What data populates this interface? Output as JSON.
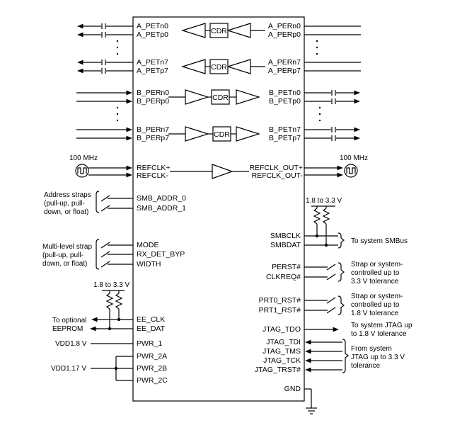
{
  "left_pins": {
    "a_pet_n0": "A_PETn0",
    "a_pet_p0": "A_PETp0",
    "a_pet_n7": "A_PETn7",
    "a_pet_p7": "A_PETp7",
    "b_per_n0": "B_PERn0",
    "b_per_p0": "B_PERp0",
    "b_per_n7": "B_PERn7",
    "b_per_p7": "B_PERp7",
    "refclk_p": "REFCLK+",
    "refclk_n": "REFCLK-",
    "smb_addr_0": "SMB_ADDR_0",
    "smb_addr_1": "SMB_ADDR_1",
    "mode": "MODE",
    "rx_det_byp": "RX_DET_BYP",
    "width": "WIDTH",
    "ee_clk": "EE_CLK",
    "ee_dat": "EE_DAT",
    "pwr_1": "PWR_1",
    "pwr_2a": "PWR_2A",
    "pwr_2b": "PWR_2B",
    "pwr_2c": "PWR_2C"
  },
  "right_pins": {
    "a_per_n0": "A_PERn0",
    "a_per_p0": "A_PERp0",
    "a_per_n7": "A_PERn7",
    "a_per_p7": "A_PERp7",
    "b_pet_n0": "B_PETn0",
    "b_pet_p0": "B_PETp0",
    "b_pet_n7": "B_PETn7",
    "b_pet_p7": "B_PETp7",
    "refclk_out_p": "REFCLK_OUT+",
    "refclk_out_n": "REFCLK_OUT-",
    "smbclk": "SMBCLK",
    "smbdat": "SMBDAT",
    "perst": "PERST#",
    "clkreq": "CLKREQ#",
    "prt0_rst": "PRT0_RST#",
    "prt1_rst": "PRT1_RST#",
    "jtag_tdo": "JTAG_TDO",
    "jtag_tdi": "JTAG_TDI",
    "jtag_tms": "JTAG_TMS",
    "jtag_tck": "JTAG_TCK",
    "jtag_trst": "JTAG_TRST#",
    "gnd": "GND"
  },
  "blocks": {
    "cdr": "CDR"
  },
  "annotations": {
    "clk_in_freq": "100 MHz",
    "clk_out_freq": "100 MHz",
    "address_straps": [
      "Address straps",
      "(pull-up, pull-",
      "down, or float)"
    ],
    "multi_level_strap": [
      "Multi-level strap",
      "(pull-up, pull-",
      "down, or float)"
    ],
    "pullup_range_smbus": "1.8 to 3.3 V",
    "pullup_range_eeprom": "1.8 to 3.3 V",
    "eeprom": [
      "To optional",
      "EEPROM"
    ],
    "vdd18": "VDD1.8 V",
    "vdd117": "VDD1.17 V",
    "smbus": "To system SMBus",
    "perst_tol": [
      "Strap or system-",
      "controlled up to",
      "3.3 V tolerance"
    ],
    "rst_tol": [
      "Strap or system-",
      "controlled up to",
      "1.8 V tolerance"
    ],
    "jtag_out": [
      "To system JTAG up",
      "to 1.8 V tolerance"
    ],
    "jtag_in": [
      "From system",
      "JTAG up to 3.3 V",
      "tolerance"
    ]
  },
  "icons": {
    "clock_source": "square-wave-clock-icon",
    "capacitor": "ac-coupling-capacitor-icon",
    "buffer": "buffer-triangle-icon",
    "resistor": "pull-up-resistor-icon",
    "ground": "ground-icon",
    "switch": "strap-switch-icon"
  },
  "colors": {
    "line": "#000000",
    "background": "#ffffff"
  }
}
